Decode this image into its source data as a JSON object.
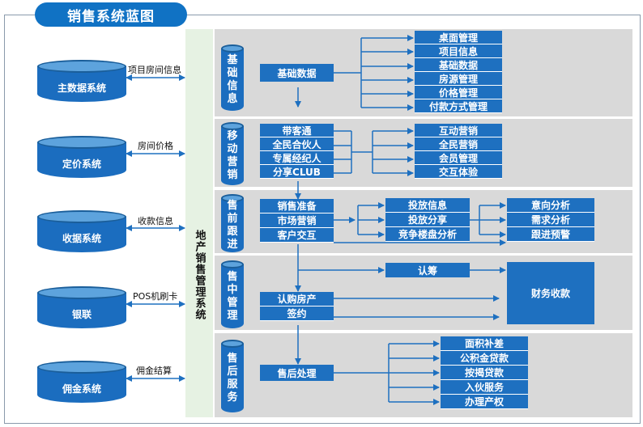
{
  "title": "销售系统蓝图",
  "center_system": "地产销售管理系统",
  "external_systems": [
    {
      "name": "主数据系统",
      "link": "项目房间信息"
    },
    {
      "name": "定价系统",
      "link": "房间价格"
    },
    {
      "name": "收据系统",
      "link": "收款信息"
    },
    {
      "name": "银联",
      "link": "POS机刷卡"
    },
    {
      "name": "佣金系统",
      "link": "佣金结算"
    }
  ],
  "sections": {
    "basic": {
      "label": "基础信息",
      "input": "基础数据",
      "outputs": [
        "桌面管理",
        "项目信息",
        "基础数据",
        "房源管理",
        "价格管理",
        "付款方式管理"
      ]
    },
    "mobile": {
      "label": "移动营销",
      "inputs": [
        "带客通",
        "全民合伙人",
        "专属经纪人",
        "分享CLUB"
      ],
      "outputs": [
        "互动营销",
        "全民营销",
        "会员管理",
        "交互体验"
      ]
    },
    "pre_sale": {
      "label": "售前跟进",
      "inputs": [
        "销售准备",
        "市场营销",
        "客户交互"
      ],
      "middle": [
        "投放信息",
        "投放分享",
        "竞争楼盘分析"
      ],
      "outputs": [
        "意向分析",
        "需求分析",
        "跟进预警"
      ]
    },
    "in_sale": {
      "label": "售中管理",
      "subscribe": "认筹",
      "inputs": [
        "认购房产",
        "签约"
      ],
      "finance": "财务收款"
    },
    "after_sale": {
      "label": "售后服务",
      "input": "售后处理",
      "outputs": [
        "面积补差",
        "公积金贷款",
        "按揭贷款",
        "入伙服务",
        "办理产权"
      ]
    }
  },
  "colors": {
    "box": "#1e70c0",
    "section_bg": "#d9d9d9",
    "center_bg": "#e6f2e3",
    "title_bg": "#1072c4"
  }
}
